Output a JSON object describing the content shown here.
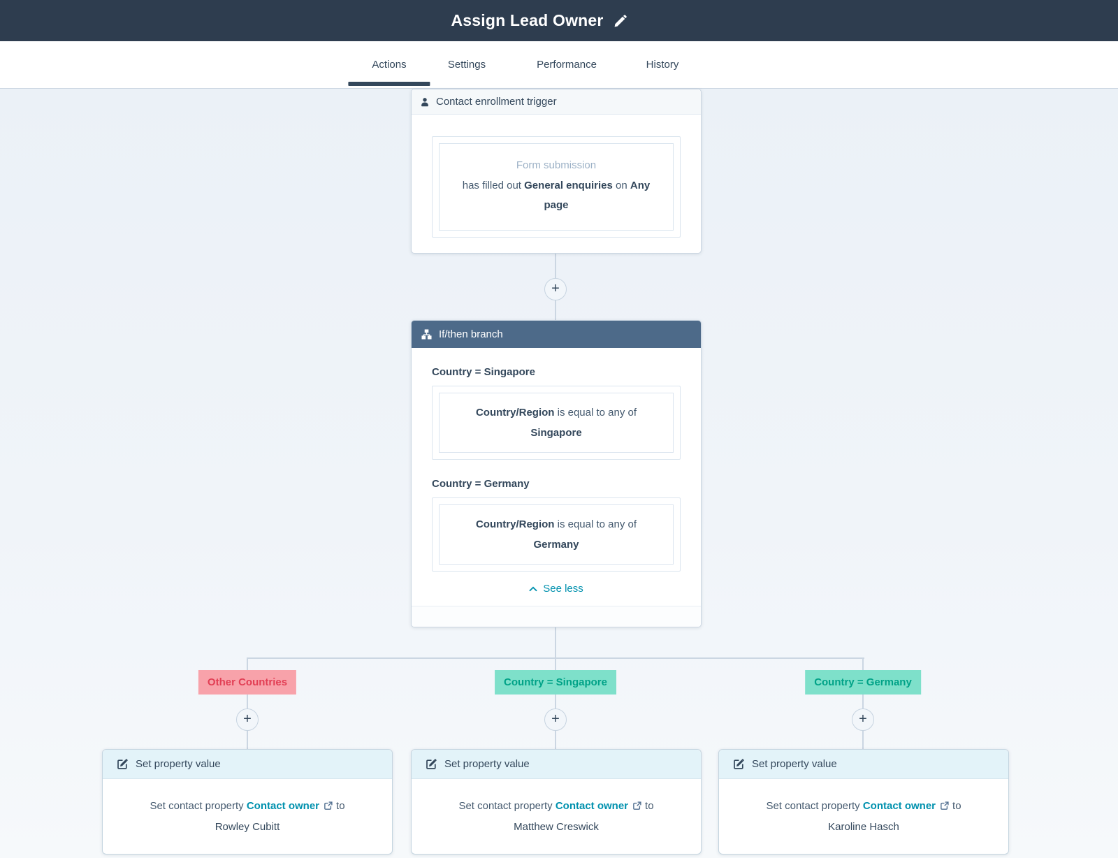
{
  "colors": {
    "topbar_navy": "#2e3d4f",
    "text_navy": "#33475b",
    "branch_header_slate": "#4d6a89",
    "link_teal": "#0091ae",
    "connector_gray": "#cbd6e2",
    "label_pink_bg": "#f8a2aa",
    "label_pink_text": "#e23e54",
    "label_teal_bg": "#7ee0ca",
    "label_teal_text": "#00a287",
    "action_header_blue": "#e3f3f9"
  },
  "icons": {
    "plus": "+"
  },
  "header": {
    "title": "Assign Lead Owner"
  },
  "tabs": {
    "actions": "Actions",
    "settings": "Settings",
    "performance": "Performance",
    "history": "History"
  },
  "trigger_card": {
    "title": "Contact enrollment trigger",
    "event_type": "Form submission",
    "detail": {
      "prefix": "has filled out ",
      "form_name": "General enquiries",
      "middle": " on ",
      "page_scope": "Any page"
    }
  },
  "branch_card": {
    "title": "If/then branch",
    "branches": [
      {
        "label": "Country = Singapore",
        "property": "Country/Region",
        "operator": " is equal to any of",
        "value": "Singapore"
      },
      {
        "label": "Country = Germany",
        "property": "Country/Region",
        "operator": " is equal to any of",
        "value": "Germany"
      }
    ],
    "see_less": "See less"
  },
  "branch_labels": {
    "other": "Other Countries",
    "singapore": "Country = Singapore",
    "germany": "Country = Germany"
  },
  "action_cards": [
    {
      "title": "Set property value",
      "prefix": "Set contact property ",
      "property_link": "Contact owner",
      "suffix": "to",
      "owner": "Rowley Cubitt"
    },
    {
      "title": "Set property value",
      "prefix": "Set contact property ",
      "property_link": "Contact owner",
      "suffix": "to",
      "owner": "Matthew Creswick"
    },
    {
      "title": "Set property value",
      "prefix": "Set contact property ",
      "property_link": "Contact owner",
      "suffix": "to",
      "owner": "Karoline Hasch"
    }
  ]
}
